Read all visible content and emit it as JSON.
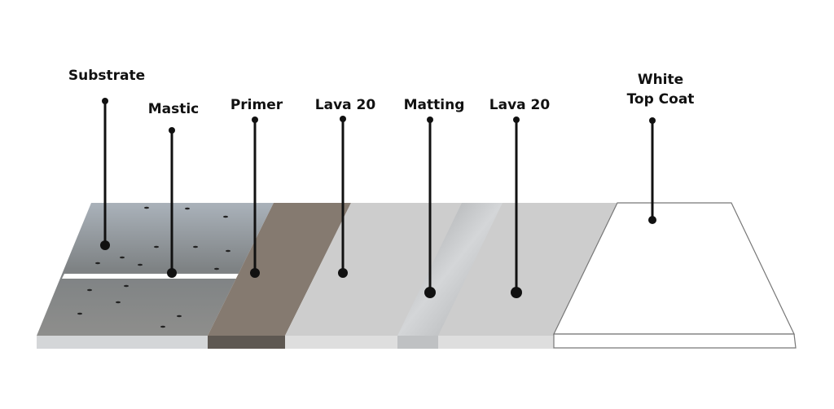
{
  "diagram": {
    "layers": [
      {
        "id": "substrate",
        "label": "Substrate"
      },
      {
        "id": "mastic",
        "label": "Mastic"
      },
      {
        "id": "primer",
        "label": "Primer"
      },
      {
        "id": "lava1",
        "label": "Lava 20"
      },
      {
        "id": "matting",
        "label": "Matting"
      },
      {
        "id": "lava2",
        "label": "Lava 20"
      },
      {
        "id": "topcoat",
        "label_line1": "White",
        "label_line2": "Top Coat"
      }
    ],
    "colors": {
      "substrate": "#8a8c8d",
      "primer": "#857a70",
      "lava": "#cdcdcd",
      "matting": "#b4b6b8",
      "topcoat": "#ffffff",
      "leader": "#111111"
    }
  }
}
